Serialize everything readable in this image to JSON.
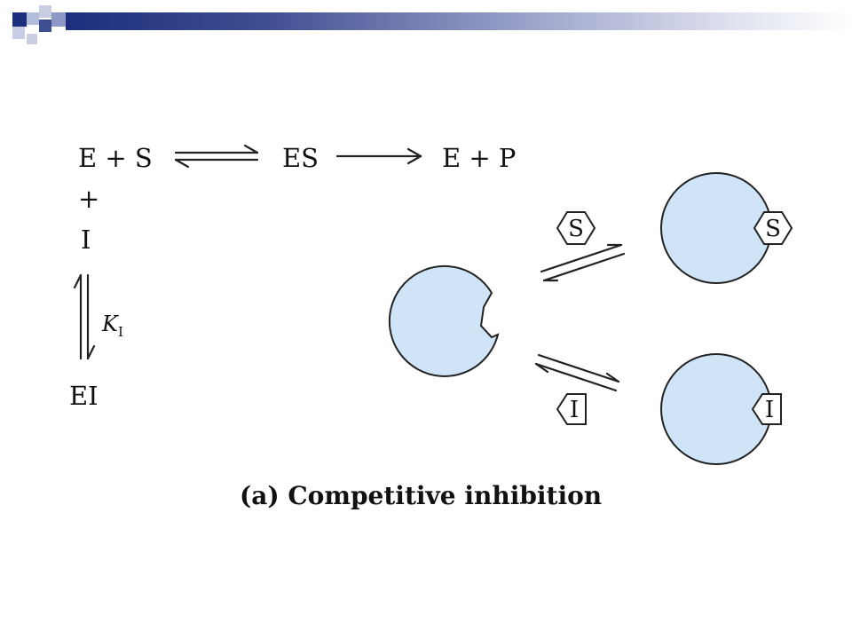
{
  "scheme": {
    "reactants": "E + S",
    "complex": "ES",
    "products": "E + P",
    "plus": "+",
    "inhibitor": "I",
    "constant_main": "K",
    "constant_sub": "I",
    "inhibitor_complex": "EI"
  },
  "cartoon": {
    "substrate_label": "S",
    "inhibitor_label": "I",
    "bound_substrate_label": "S",
    "bound_inhibitor_label": "I"
  },
  "caption": "(a) Competitive inhibition",
  "colors": {
    "enzyme_fill": "#cfe5f7",
    "outline": "#222222",
    "bar_dark": "#1c2e7c",
    "bar_light": "#9ea6cc"
  }
}
